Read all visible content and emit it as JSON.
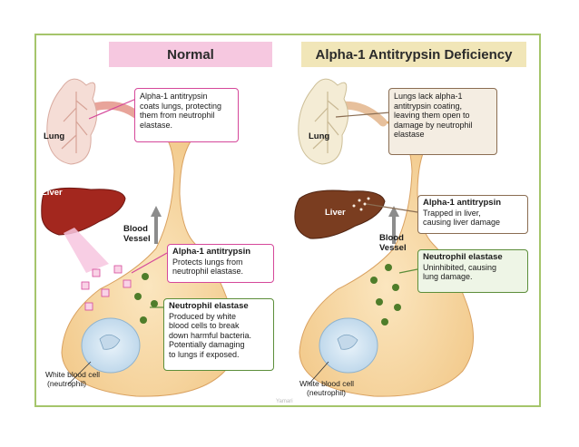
{
  "titles": {
    "normal": "Normal",
    "aatd": "Alpha-1 Antitrypsin Deficiency"
  },
  "normal": {
    "lung": "Lung",
    "liver": "Liver",
    "blood_vessel": [
      "Blood",
      "Vessel"
    ],
    "wbc": [
      "White blood cell",
      "(neutrophil)"
    ],
    "box_coat": [
      "Alpha-1 antitrypsin",
      "coats lungs, protecting",
      "them from neutrophil",
      "elastase."
    ],
    "box_protect": {
      "title": "Alpha-1 antitrypsin",
      "lines": [
        "Protects lungs from",
        "neutrophil elastase."
      ]
    },
    "box_neutro": {
      "title": "Neutrophil elastase",
      "lines": [
        "Produced by white",
        "blood cells to break",
        "down harmful bacteria.",
        "Potentially damaging",
        "to lungs if exposed."
      ]
    }
  },
  "aatd": {
    "lung": "Lung",
    "liver": "Liver",
    "blood_vessel": [
      "Blood",
      "Vessel"
    ],
    "wbc": [
      "White blood cell",
      "(neutrophil)"
    ],
    "box_lack": [
      "Lungs lack alpha-1",
      "antitrypsin coating,",
      "leaving them open to",
      "damage by neutrophil",
      "elastase"
    ],
    "box_trapped": {
      "title": "Alpha-1 antitrypsin",
      "lines": [
        "Trapped in liver,",
        "causing liver damage"
      ]
    },
    "box_uninhibited": {
      "title": "Neutrophil elastase",
      "lines": [
        "Uninhibited, causing",
        "lung damage."
      ]
    }
  },
  "watermark": "Yamari",
  "colors": {
    "frame": "#a5c56b",
    "pink_accent": "#d5489a",
    "green_accent": "#5c8e3a",
    "liver_normal": "#a3271e",
    "liver_damaged": "#7a3d20"
  }
}
